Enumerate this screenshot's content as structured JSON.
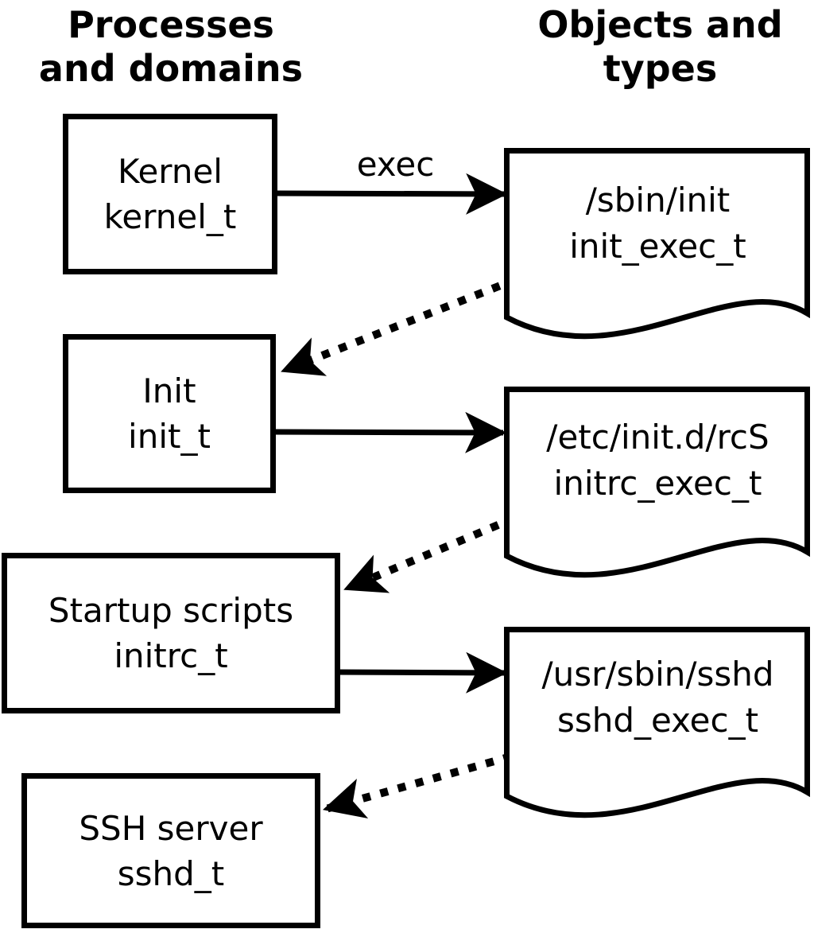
{
  "headers": {
    "left": {
      "line1": "Processes",
      "line2": "and domains"
    },
    "right": {
      "line1": "Objects and",
      "line2": "types"
    }
  },
  "process_boxes": [
    {
      "name": "Kernel",
      "domain": "kernel_t"
    },
    {
      "name": "Init",
      "domain": "init_t"
    },
    {
      "name": "Startup scripts",
      "domain": "initrc_t"
    },
    {
      "name": "SSH server",
      "domain": "sshd_t"
    }
  ],
  "object_docs": [
    {
      "path": "/sbin/init",
      "type": "init_exec_t"
    },
    {
      "path": "/etc/init.d/rcS",
      "type": "initrc_exec_t"
    },
    {
      "path": "/usr/sbin/sshd",
      "type": "sshd_exec_t"
    }
  ],
  "arrows": {
    "exec_label": "exec"
  },
  "colors": {
    "ink": "#000000",
    "background": "#ffffff"
  }
}
